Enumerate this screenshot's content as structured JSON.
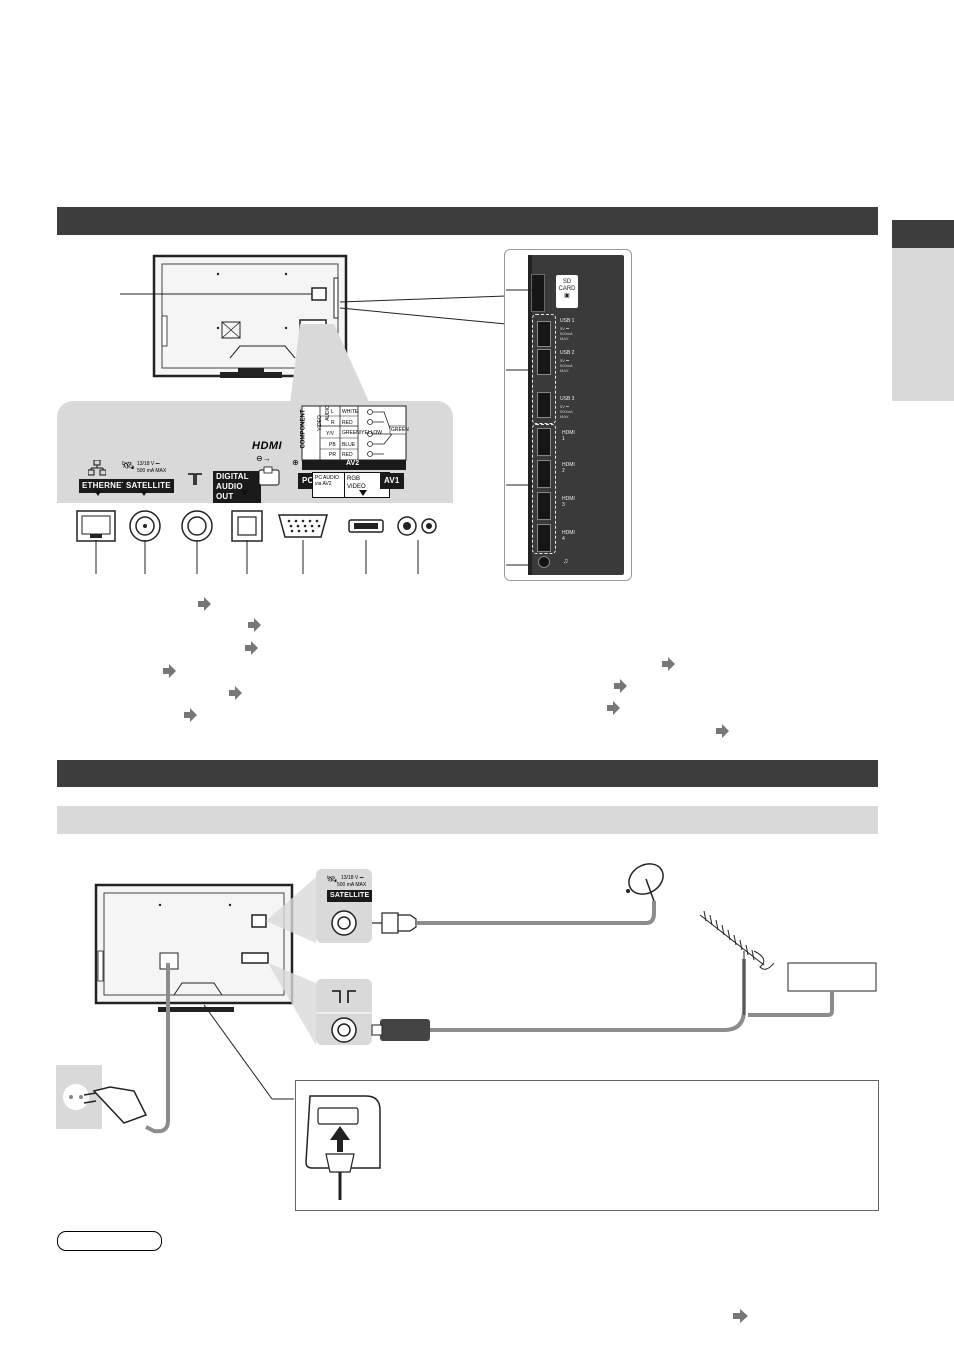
{
  "connectors": {
    "ethernet": "ETHERNET",
    "satellite": "SATELLITE",
    "satellite_rating_line1": "13/18 V ⎓",
    "satellite_rating_line2": "500 mA  MAX",
    "digital_audio_out_line1": "DIGITAL",
    "digital_audio_out_line2": "AUDIO OUT",
    "hdmi_logo": "HDMI",
    "pc": "PC",
    "pc_audio_line1": "PC AUDIO",
    "pc_audio_line2": "via AV2",
    "rgb": "RGB",
    "video": "VIDEO",
    "av1": "AV1",
    "av2": "AV2",
    "component": "COMPONENT",
    "video_small": "VIDEO",
    "audio_small": "AUDIO",
    "comp_l": "L",
    "comp_r": "R",
    "comp_y": "Y/V",
    "comp_pb": "PB",
    "comp_pr": "PR",
    "col_white": "WHITE",
    "col_red": "RED",
    "col_green_yellow": "GREEN/YELLOW",
    "col_blue": "BLUE",
    "col_red2": "RED",
    "green_tag": "GREEN"
  },
  "side_panel": {
    "sd_card_line1": "SD",
    "sd_card_line2": "CARD",
    "usb1": "USB 1",
    "usb2": "USB 2",
    "usb3": "USB 3",
    "hdmi1": "HDMI 1",
    "hdmi2": "HDMI 2",
    "hdmi3": "HDMI 3",
    "hdmi4": "HDMI 4",
    "usb_rating": "5V ⎓ 500mA MAX"
  },
  "satellite_inset": {
    "rating_line1": "13/18 V ⎓",
    "rating_line2": "500 mA MAX",
    "label": "SATELLITE"
  },
  "colors": {
    "section_bar": "#3d3d3d",
    "subsection_bar": "#d9d9d9",
    "panel_dark": "#3a3a3a",
    "cable_gray": "#8c8c8c"
  }
}
